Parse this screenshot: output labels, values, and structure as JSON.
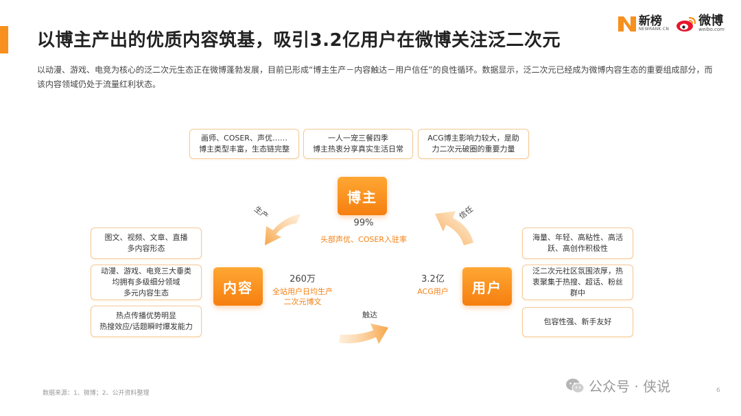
{
  "header": {
    "title": "以博主产出的优质内容筑基，吸引3.2亿用户在微博关注泛二次元",
    "logo_xinbang": {
      "cn": "新榜",
      "en": "NEWRANK.CN"
    },
    "logo_weibo": {
      "cn": "微博",
      "en": "weibo.com"
    }
  },
  "intro": "以动漫、游戏、电竞为核心的泛二次元生态正在微博蓬勃发展，目前已形成“博主生产－内容触达－用户信任”的良性循环。数据显示，泛二次元已经成为微博内容生态的重要组成部分，而该内容领域仍处于流量红利状态。",
  "top_boxes": [
    {
      "line1": "画师、COSER、声优……",
      "line2": "博主类型丰富，生态链完整"
    },
    {
      "line1": "一人一宠三餐四季",
      "line2": "博主热衷分享真实生活日常"
    },
    {
      "line1": "ACG博主影响力较大，是助",
      "line2": "力二次元破圈的重要力量"
    }
  ],
  "left_boxes": [
    {
      "line1": "图文、视频、文章、直播",
      "line2": "多内容形态",
      "line3": ""
    },
    {
      "line1": "动漫、游戏、电竞三大垂类",
      "line2": "均拥有多级细分领域",
      "line3": "多元内容生态"
    },
    {
      "line1": "热点传播优势明显",
      "line2": "热搜效应/话题瞬时爆发能力",
      "line3": ""
    }
  ],
  "right_boxes": [
    {
      "line1": "海量、年轻、高粘性、高活",
      "line2": "跃、高创作积极性",
      "line3": ""
    },
    {
      "line1": "泛二次元社区氛围浓厚，热",
      "line2": "衷聚集于热搜、超话、粉丝",
      "line3": "群中"
    },
    {
      "line1": "包容性强、新手友好",
      "line2": "",
      "line3": ""
    }
  ],
  "nodes": {
    "blogger": "博主",
    "content": "内容",
    "user": "用户"
  },
  "stats": {
    "blogger": {
      "value": "99%",
      "caption": "头部声优、COSER入驻率"
    },
    "content": {
      "value": "260万",
      "caption1": "全站用户日均生产",
      "caption2": "二次元博文"
    },
    "user": {
      "value": "3.2亿",
      "caption": "ACG用户"
    }
  },
  "edges": {
    "produce": "生产",
    "reach": "触达",
    "trust": "信任"
  },
  "colors": {
    "accent": "#f7901e",
    "node": "#f57f10",
    "border": "#f5c893"
  },
  "source": "数据来源：1、微博；2、公开资料整理",
  "watermark": {
    "icon": "wechat-icon",
    "text": "公众号 · 侠说"
  },
  "page_number": "6"
}
